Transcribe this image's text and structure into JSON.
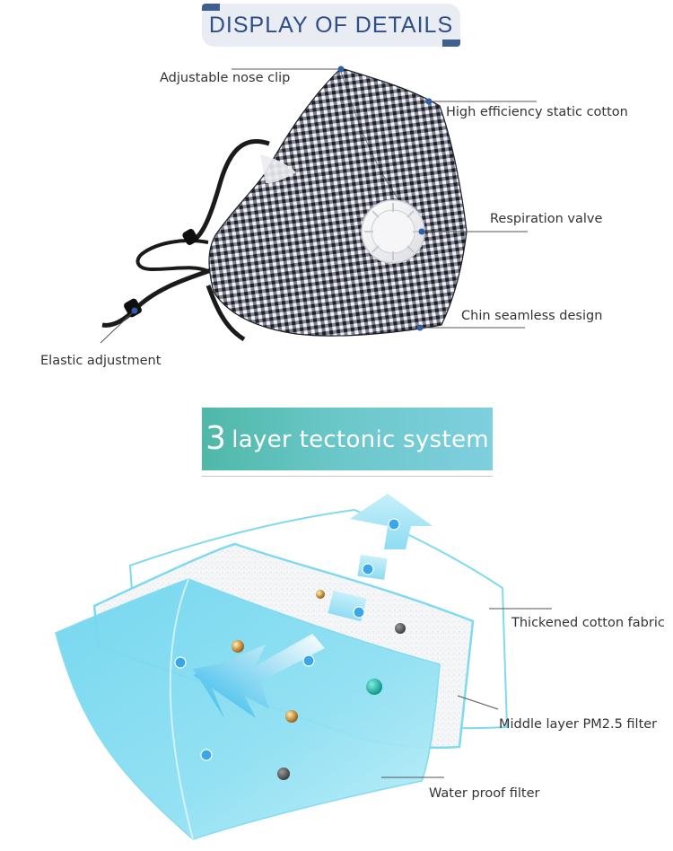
{
  "section1": {
    "title": "DISPLAY OF DETAILS",
    "callouts": {
      "nose_clip": "Adjustable nose clip",
      "static_cotton": "High efficiency static cotton",
      "valve": "Respiration valve",
      "chin": "Chin seamless design",
      "elastic": "Elastic adjustment"
    }
  },
  "section2": {
    "title_number": "3",
    "title_text": "layer tectonic system",
    "layers": {
      "outer": "Thickened cotton fabric",
      "middle": "Middle layer PM2.5 filter",
      "inner": "Water proof filter"
    }
  },
  "colors": {
    "header_blue": "#2d4e86",
    "accent_dark_blue": "#3f5f8f",
    "teal": "#4fb8a8",
    "cyan_layer": "#7fdaf0",
    "callout_dot": "#2f5fa8"
  }
}
